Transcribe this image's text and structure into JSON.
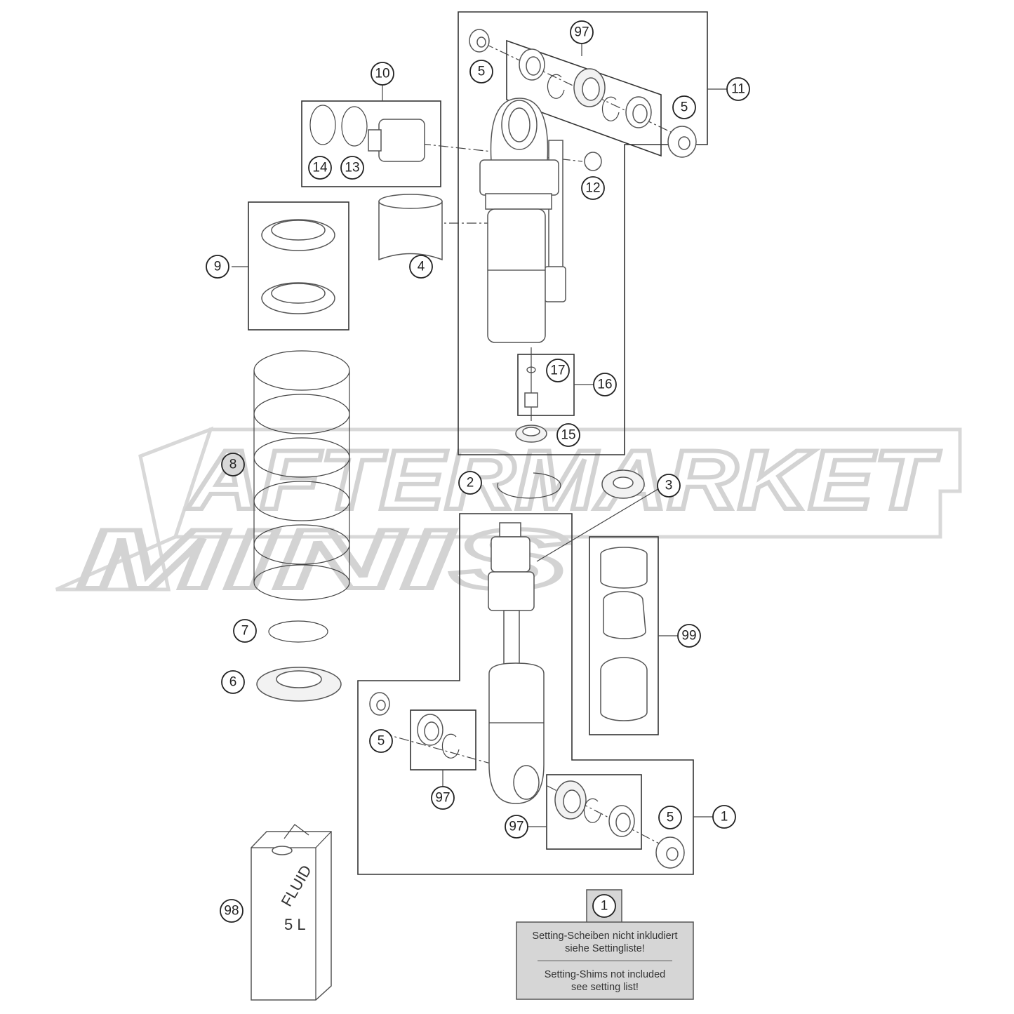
{
  "watermark": {
    "line1": "AFTERMARKET",
    "line2": "MINIS"
  },
  "callouts": {
    "c10": "10",
    "c97a": "97",
    "c5a": "5",
    "c5b": "5",
    "c11": "11",
    "c14": "14",
    "c13": "13",
    "c12": "12",
    "c4": "4",
    "c9": "9",
    "c17": "17",
    "c16": "16",
    "c15": "15",
    "c8": "8",
    "c2": "2",
    "c3": "3",
    "c99": "99",
    "c7": "7",
    "c6": "6",
    "c5c": "5",
    "c97b": "97",
    "c97c": "97",
    "c5d": "5",
    "c1": "1",
    "c98": "98"
  },
  "can_label": {
    "fluid": "FLUID",
    "volume": "5 L"
  },
  "note": {
    "ref": "1",
    "de_line1": "Setting-Scheiben nicht inkludiert",
    "de_line2": "siehe Settingliste!",
    "en_line1": "Setting-Shims not included",
    "en_line2": "see setting list!"
  }
}
